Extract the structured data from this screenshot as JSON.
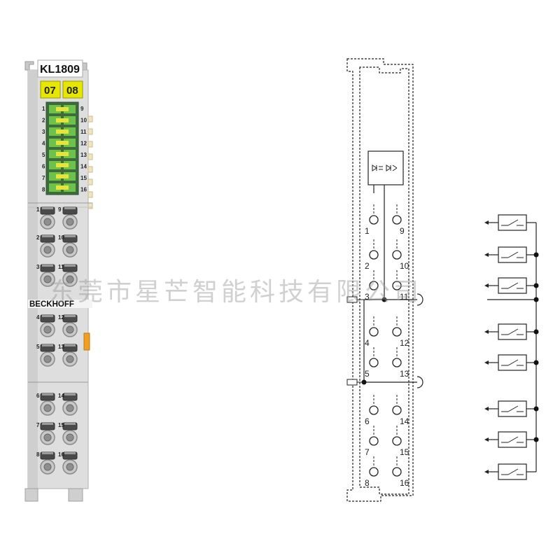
{
  "module": {
    "model": "KL1809",
    "brand": "BECKHOFF",
    "badge_left": "07",
    "badge_right": "08",
    "led_left_numbers": [
      "1",
      "2",
      "3",
      "4",
      "5",
      "6",
      "7",
      "8"
    ],
    "led_right_numbers": [
      "9",
      "10",
      "11",
      "12",
      "13",
      "14",
      "15",
      "16"
    ],
    "terminal_rows": [
      {
        "left": "1",
        "right": "9"
      },
      {
        "left": "2",
        "right": "10"
      },
      {
        "left": "3",
        "right": "11"
      },
      {
        "left": "4",
        "right": "12"
      },
      {
        "left": "5",
        "right": "13"
      },
      {
        "left": "6",
        "right": "14"
      },
      {
        "left": "7",
        "right": "15"
      },
      {
        "left": "8",
        "right": "16"
      }
    ]
  },
  "schematic": {
    "terminals_left": [
      "1",
      "2",
      "3",
      "4",
      "5",
      "6",
      "7",
      "8"
    ],
    "terminals_right": [
      "9",
      "10",
      "11",
      "12",
      "13",
      "14",
      "15",
      "16"
    ]
  },
  "watermark": {
    "text": "东莞市星芒智能科技有限公司"
  },
  "colors": {
    "module_body": "#dedede",
    "badge_yellow": "#e6e600",
    "led_green": "#6cc24a",
    "led_yellow": "#e8e23a",
    "orange_tab": "#f0a020"
  }
}
